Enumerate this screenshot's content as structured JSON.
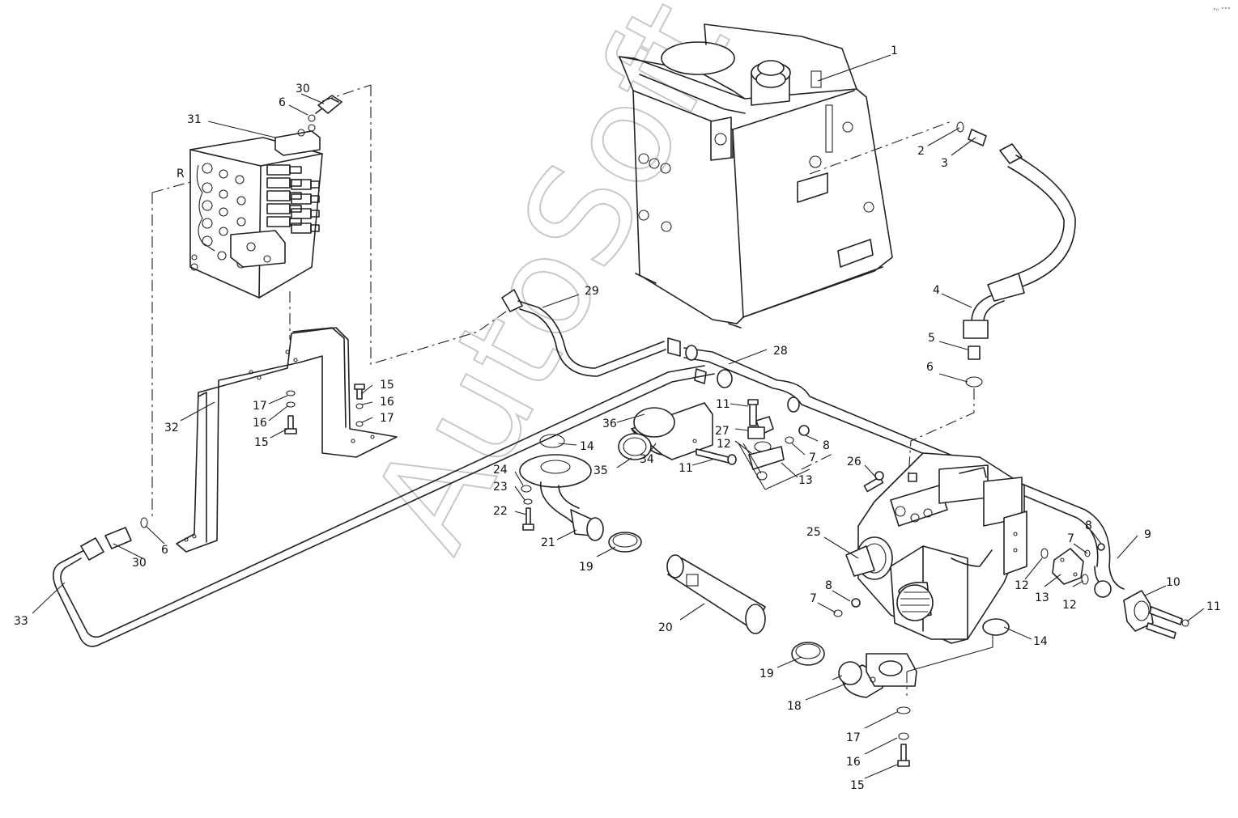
{
  "corner_mark": "°⁰ ˚˚˚",
  "watermark": "AutoSoft",
  "valve_label": "R",
  "callouts": [
    {
      "n": "1"
    },
    {
      "n": "2"
    },
    {
      "n": "3"
    },
    {
      "n": "4"
    },
    {
      "n": "5"
    },
    {
      "n": "6"
    },
    {
      "n": "30"
    },
    {
      "n": "6"
    },
    {
      "n": "31"
    },
    {
      "n": "29"
    },
    {
      "n": "28"
    },
    {
      "n": "15"
    },
    {
      "n": "16"
    },
    {
      "n": "17"
    },
    {
      "n": "17"
    },
    {
      "n": "16"
    },
    {
      "n": "15"
    },
    {
      "n": "32"
    },
    {
      "n": "36"
    },
    {
      "n": "14"
    },
    {
      "n": "35"
    },
    {
      "n": "34"
    },
    {
      "n": "11"
    },
    {
      "n": "27"
    },
    {
      "n": "12"
    },
    {
      "n": "8"
    },
    {
      "n": "7"
    },
    {
      "n": "11"
    },
    {
      "n": "13"
    },
    {
      "n": "26"
    },
    {
      "n": "24"
    },
    {
      "n": "23"
    },
    {
      "n": "22"
    },
    {
      "n": "21"
    },
    {
      "n": "19"
    },
    {
      "n": "25"
    },
    {
      "n": "30"
    },
    {
      "n": "6"
    },
    {
      "n": "33"
    },
    {
      "n": "8"
    },
    {
      "n": "9"
    },
    {
      "n": "7"
    },
    {
      "n": "12"
    },
    {
      "n": "13"
    },
    {
      "n": "12"
    },
    {
      "n": "10"
    },
    {
      "n": "11"
    },
    {
      "n": "20"
    },
    {
      "n": "8"
    },
    {
      "n": "7"
    },
    {
      "n": "14"
    },
    {
      "n": "19"
    },
    {
      "n": "18"
    },
    {
      "n": "17"
    },
    {
      "n": "16"
    },
    {
      "n": "15"
    }
  ]
}
